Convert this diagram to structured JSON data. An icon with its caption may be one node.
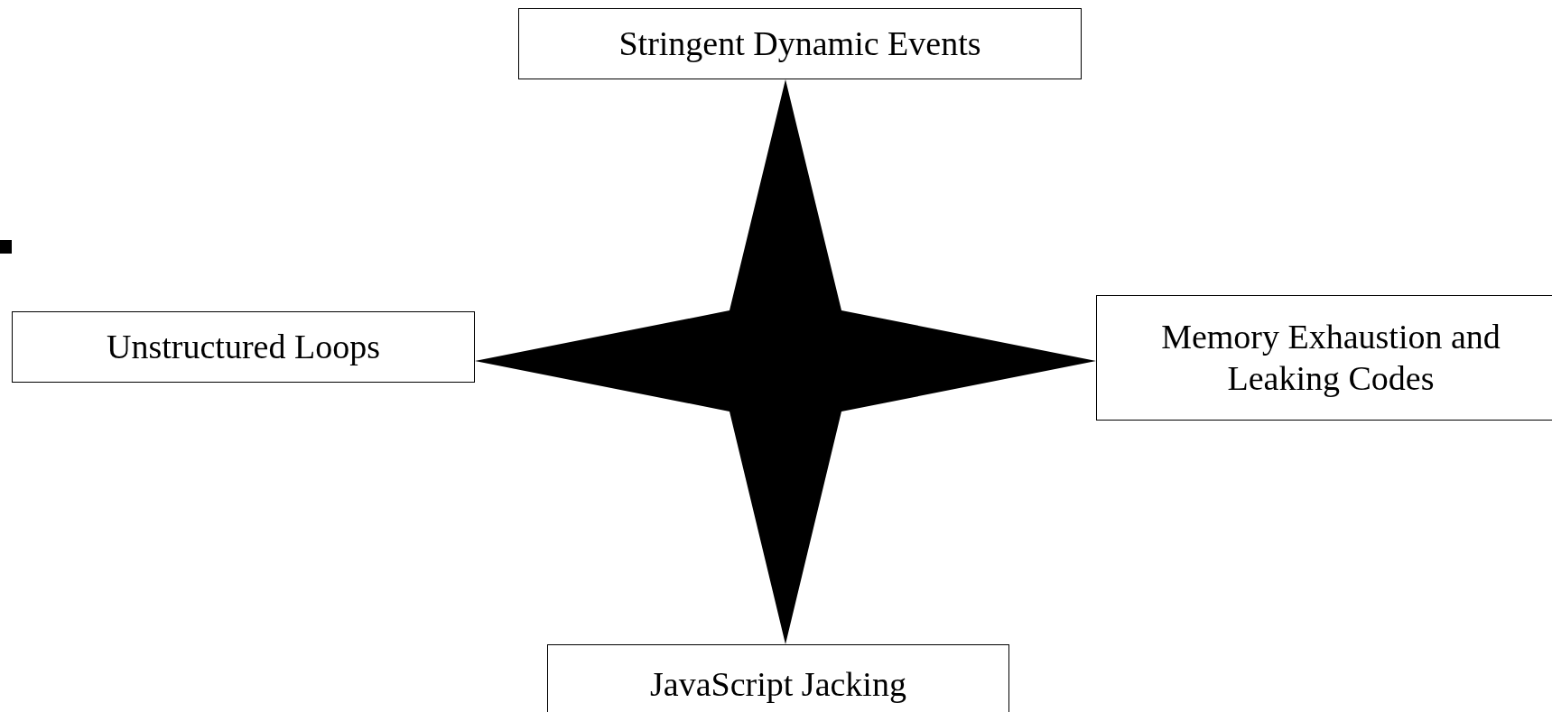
{
  "diagram": {
    "nodes": [
      {
        "text": [
          "Stringent Dynamic Events"
        ]
      },
      {
        "text": [
          "Unstructured Loops"
        ]
      },
      {
        "text": [],
        "shape": "star"
      },
      {
        "text": [
          "Memory Exhaustion and Leaking Codes"
        ]
      },
      {
        "text": [
          "JavaScript Jacking"
        ]
      }
    ]
  }
}
